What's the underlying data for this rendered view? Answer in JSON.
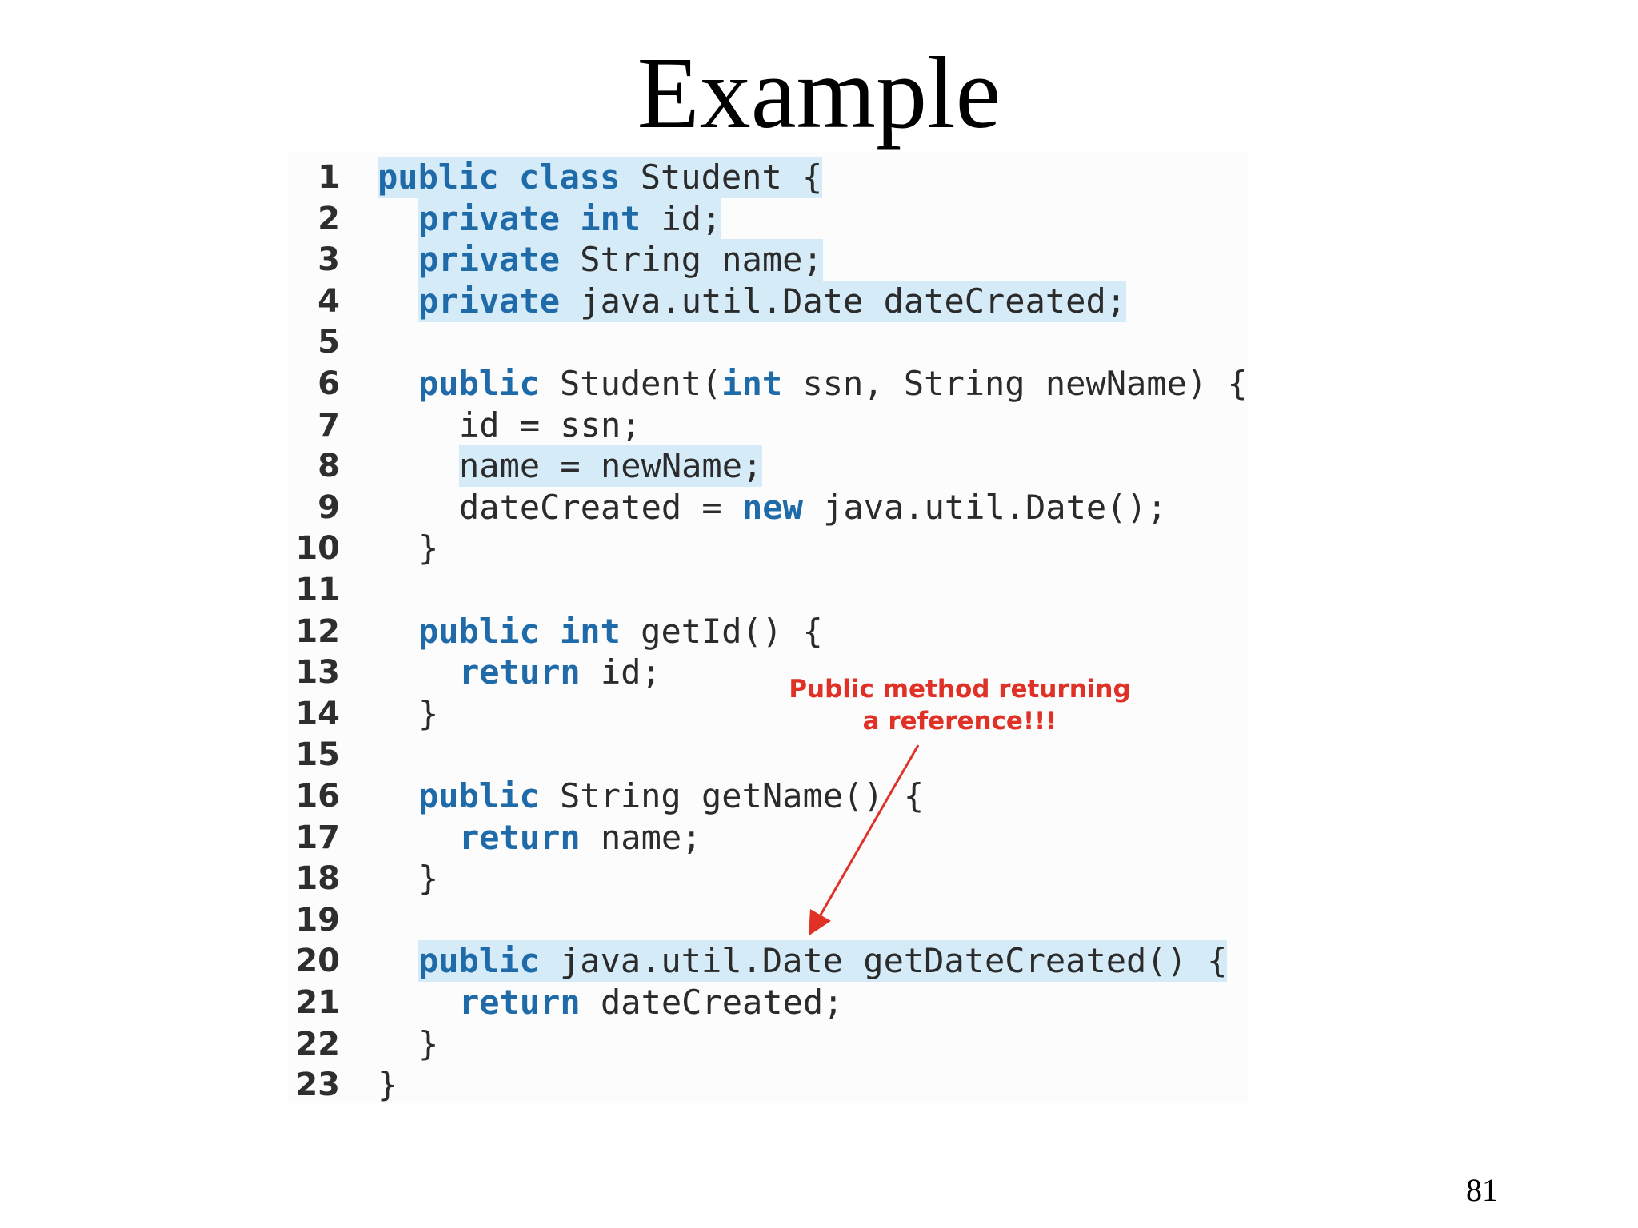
{
  "slide": {
    "title": "Example",
    "page_number": "81"
  },
  "code": {
    "lines": [
      {
        "num": "1",
        "indent": 0,
        "segments": [
          {
            "text": "public",
            "kw": true
          },
          {
            "text": " "
          },
          {
            "text": "class",
            "kw": true
          },
          {
            "text": " Student {"
          }
        ]
      },
      {
        "num": "2",
        "indent": 1,
        "segments": [
          {
            "text": "private",
            "kw": true
          },
          {
            "text": " "
          },
          {
            "text": "int",
            "kw": true
          },
          {
            "text": " id;"
          }
        ]
      },
      {
        "num": "3",
        "indent": 1,
        "segments": [
          {
            "text": "private",
            "kw": true
          },
          {
            "text": " String name;"
          }
        ]
      },
      {
        "num": "4",
        "indent": 1,
        "segments": [
          {
            "text": "private",
            "kw": true
          },
          {
            "text": " java.util.Date dateCreated;"
          }
        ]
      },
      {
        "num": "5",
        "indent": 0,
        "segments": []
      },
      {
        "num": "6",
        "indent": 1,
        "segments": [
          {
            "text": "public",
            "kw": true
          },
          {
            "text": " Student("
          },
          {
            "text": "int",
            "kw": true
          },
          {
            "text": " ssn, String newName) {"
          }
        ]
      },
      {
        "num": "7",
        "indent": 2,
        "segments": [
          {
            "text": "id = ssn;"
          }
        ]
      },
      {
        "num": "8",
        "indent": 2,
        "segments": [
          {
            "text": "name = newName;"
          }
        ]
      },
      {
        "num": "9",
        "indent": 2,
        "segments": [
          {
            "text": "dateCreated = "
          },
          {
            "text": "new",
            "kw": true
          },
          {
            "text": " java.util.Date();"
          }
        ]
      },
      {
        "num": "10",
        "indent": 1,
        "segments": [
          {
            "text": "}"
          }
        ]
      },
      {
        "num": "11",
        "indent": 0,
        "segments": []
      },
      {
        "num": "12",
        "indent": 1,
        "segments": [
          {
            "text": "public",
            "kw": true
          },
          {
            "text": " "
          },
          {
            "text": "int",
            "kw": true
          },
          {
            "text": " getId() {"
          }
        ]
      },
      {
        "num": "13",
        "indent": 2,
        "segments": [
          {
            "text": "return",
            "kw": true
          },
          {
            "text": " id;"
          }
        ]
      },
      {
        "num": "14",
        "indent": 1,
        "segments": [
          {
            "text": "}"
          }
        ]
      },
      {
        "num": "15",
        "indent": 0,
        "segments": []
      },
      {
        "num": "16",
        "indent": 1,
        "segments": [
          {
            "text": "public",
            "kw": true
          },
          {
            "text": " String getName() {"
          }
        ]
      },
      {
        "num": "17",
        "indent": 2,
        "segments": [
          {
            "text": "return",
            "kw": true
          },
          {
            "text": " name;"
          }
        ]
      },
      {
        "num": "18",
        "indent": 1,
        "segments": [
          {
            "text": "}"
          }
        ]
      },
      {
        "num": "19",
        "indent": 0,
        "segments": []
      },
      {
        "num": "20",
        "indent": 1,
        "segments": [
          {
            "text": "public",
            "kw": true
          },
          {
            "text": " java.util.Date getDateCreated() {"
          }
        ]
      },
      {
        "num": "21",
        "indent": 2,
        "segments": [
          {
            "text": "return",
            "kw": true
          },
          {
            "text": " dateCreated;"
          }
        ]
      },
      {
        "num": "22",
        "indent": 1,
        "segments": [
          {
            "text": "}"
          }
        ]
      },
      {
        "num": "23",
        "indent": 0,
        "segments": [
          {
            "text": "}"
          }
        ]
      }
    ],
    "highlighted_lines": [
      "1",
      "2",
      "3",
      "4",
      "8",
      "20"
    ]
  },
  "annotation": {
    "line1": "Public method returning",
    "line2": "a reference!!!"
  },
  "colors": {
    "keyword": "#1f6aa8",
    "highlight": "#d6ebf8",
    "annotation": "#e03127",
    "code_text": "#2b2b2b"
  }
}
